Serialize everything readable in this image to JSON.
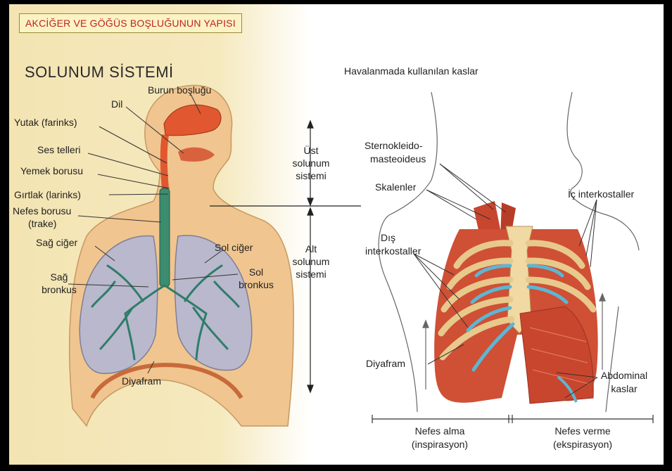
{
  "header": {
    "title": "AKCİĞER VE GÖĞÜS BOŞLUĞUNUN YAPISI"
  },
  "left": {
    "title": "SOLUNUM SİSTEMİ",
    "labels": {
      "burun": "Burun boşluğu",
      "dil": "Dil",
      "yutak": "Yutak (farinks)",
      "ses": "Ses telleri",
      "yemek": "Yemek borusu",
      "girtlak": "Gırtlak (larinks)",
      "nefes1": "Nefes borusu",
      "nefes2": "(trake)",
      "sag_ciger": "Sağ ciğer",
      "sag_bronkus1": "Sağ",
      "sag_bronkus2": "bronkus",
      "sol_ciger": "Sol ciğer",
      "sol_bronkus1": "Sol",
      "sol_bronkus2": "bronkus",
      "diyafram": "Diyafram"
    },
    "regions": {
      "ust1": "Üst",
      "ust2": "solunum",
      "ust3": "sistemi",
      "alt1": "Alt",
      "alt2": "solunum",
      "alt3": "sistemi"
    }
  },
  "right": {
    "title": "Havalanmada kullanılan kaslar",
    "labels": {
      "sterno1": "Sternokleido-",
      "sterno2": "masteoideus",
      "skalenler": "Skalenler",
      "dis1": "Dış",
      "dis2": "interkostaller",
      "ic": "İç interkostaller",
      "diyafram": "Diyafram",
      "abdominal1": "Abdominal",
      "abdominal2": "kaslar"
    },
    "phases": {
      "alma1": "Nefes alma",
      "alma2": "(inspirasyon)",
      "verme1": "Nefes verme",
      "verme2": "(ekspirasyon)"
    }
  },
  "colors": {
    "frame": "#000000",
    "title_text": "#c0202a",
    "skin": "#f0c58f",
    "lung": "#b7b6c8",
    "airway": "#2e7d6a",
    "muscle": "#c8462e",
    "cartilage": "#5bb7d3",
    "bone": "#e8c98c"
  }
}
